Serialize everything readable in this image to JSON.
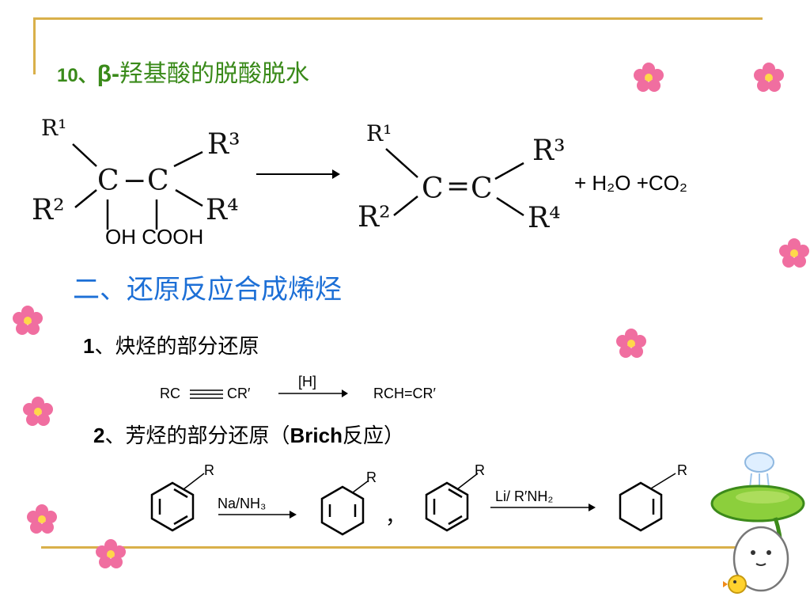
{
  "heading_10": {
    "number": "10、",
    "beta": "β-",
    "text": "羟基酸的脱酸脱水"
  },
  "reaction1": {
    "reactant": {
      "r1": "R¹",
      "r2": "R²",
      "r3": "R³",
      "r4": "R⁴",
      "c_left": "C",
      "dash": "−",
      "c_right": "C",
      "substituents": "OH COOH"
    },
    "product": {
      "r1": "R¹",
      "r2": "R²",
      "r3": "R³",
      "r4": "R⁴",
      "c_left": "C",
      "double_bond": "=",
      "c_right": "C"
    },
    "byproducts": "+ H₂O +CO₂"
  },
  "section2_title": "二、还原反应合成烯烃",
  "sub1": {
    "number": "1",
    "text": "、炔烃的部分还原"
  },
  "alkyne_reduction": {
    "reactant_left": "RC",
    "reactant_right": "CR′",
    "reagent": "[H]",
    "product": "RCH=CR′"
  },
  "sub2": {
    "number": "2",
    "text": "、芳烃的部分还原（",
    "bold": "Brich",
    "tail": "反应）"
  },
  "birch": {
    "r_label": "R",
    "reagent1": "Na/NH₃",
    "separator": "，",
    "reagent2": "Li/ R′NH₂"
  },
  "colors": {
    "frame": "#d9b04a",
    "heading_green": "#3a8a1a",
    "section_blue": "#1c6fd6",
    "flower_pink": "#f06ea0"
  },
  "icons": [
    "flower-icon",
    "mascot-icon"
  ]
}
